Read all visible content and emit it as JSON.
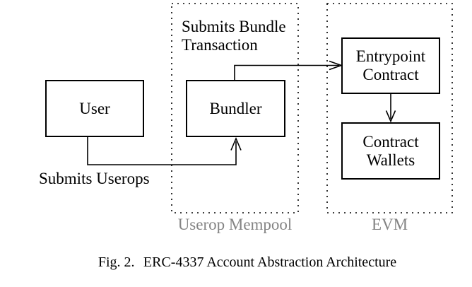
{
  "figure": {
    "nodes": [
      {
        "id": "user",
        "label": "User"
      },
      {
        "id": "bundler",
        "label": "Bundler"
      },
      {
        "id": "entrypoint-contract",
        "label": "Entrypoint Contract"
      },
      {
        "id": "contract-wallets",
        "label": "Contract Wallets"
      }
    ],
    "containers": [
      {
        "id": "userop-mempool",
        "label": "Userop Mempool"
      },
      {
        "id": "evm",
        "label": "EVM"
      }
    ],
    "edge_labels": [
      {
        "id": "submits-bundle-transaction",
        "text": "Submits Bundle Transaction"
      },
      {
        "id": "submits-userops",
        "text": "Submits Userops"
      }
    ],
    "edges": [
      {
        "from": "user",
        "to": "bundler",
        "label": "Submits Userops"
      },
      {
        "from": "bundler",
        "to": "entrypoint-contract",
        "label": "Submits Bundle Transaction"
      },
      {
        "from": "entrypoint-contract",
        "to": "contract-wallets",
        "label": ""
      }
    ],
    "colors": {
      "line": "#000000",
      "text": "#000000",
      "container_label": "#848484",
      "background": "#ffffff"
    }
  },
  "caption": {
    "figure_label": "Fig. 2.",
    "text": "ERC-4337 Account Abstraction Architecture"
  }
}
